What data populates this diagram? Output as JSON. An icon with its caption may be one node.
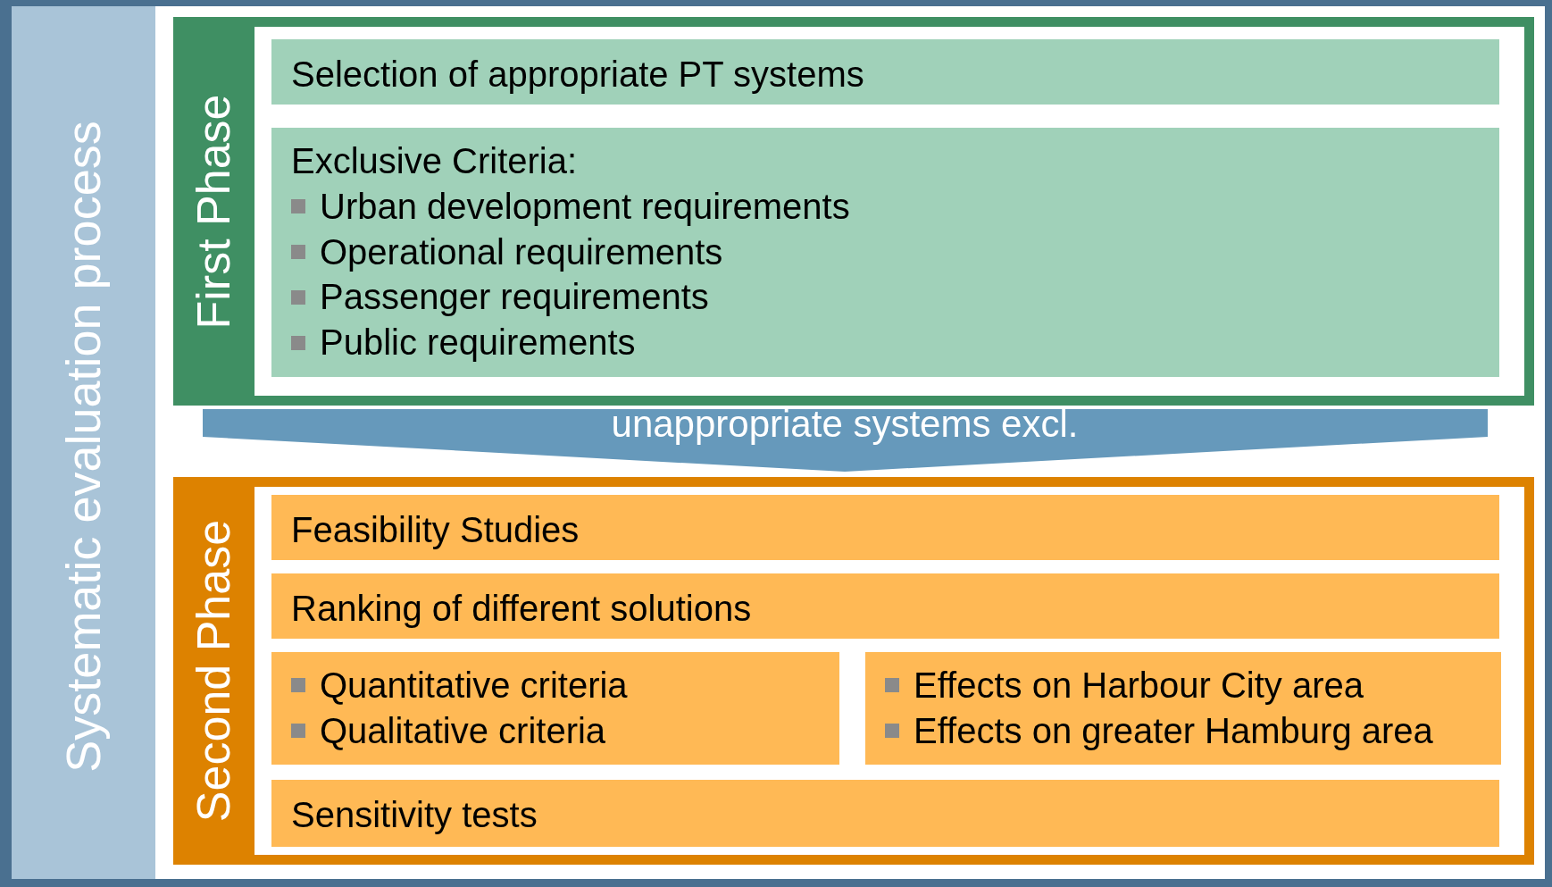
{
  "diagram": {
    "nodes": [
      {
        "text": [
          "Systematic evaluation process"
        ]
      },
      {
        "text": [
          "First Phase"
        ],
        "in": 0
      },
      {
        "text": [
          "Selection of appropriate PT systems"
        ],
        "in": 1
      },
      {
        "text": [
          "Exclusive Criteria:",
          "Urban development requirements",
          "Operational requirements",
          "Passenger requirements",
          "Public requirements"
        ],
        "in": 1
      },
      {
        "text": [
          "Second Phase"
        ],
        "in": 0
      },
      {
        "text": [
          "Feasibility Studies"
        ],
        "in": 4
      },
      {
        "text": [
          "Ranking of different solutions"
        ],
        "in": 4
      },
      {
        "text": [
          "Quantitative criteria",
          "Qualitative criteria"
        ],
        "in": 4
      },
      {
        "text": [
          "Effects on Harbour City area",
          "Effects on greater Hamburg area"
        ],
        "in": 4
      },
      {
        "text": [
          "Sensitivity tests"
        ],
        "in": 4
      }
    ],
    "edges": [
      {
        "from": 1,
        "to": 4,
        "arrow": "to",
        "label": "unappropriate systems excl."
      }
    ]
  }
}
